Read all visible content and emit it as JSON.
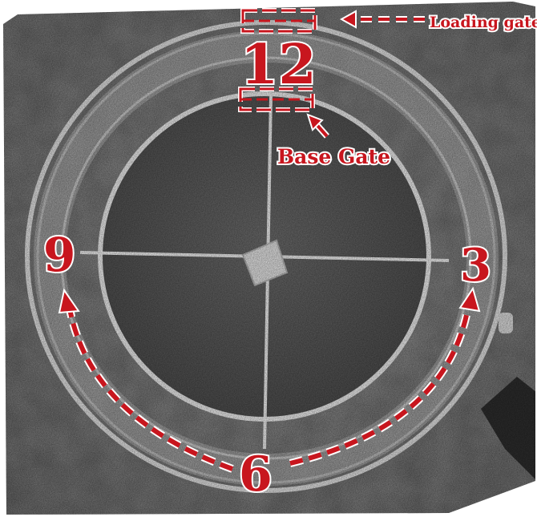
{
  "annotations": {
    "loading_gate": "Loading gate",
    "base_gate": "Base Gate",
    "clock_12": "12",
    "clock_3": "3",
    "clock_6": "6",
    "clock_9": "9"
  },
  "colors": {
    "annotation_red": "#c8161e",
    "annotation_outline": "#ffffff",
    "ground": "#8a8a8a",
    "arena_fence": "#efefef",
    "inner_ground": "#5e5e5e"
  },
  "icons": [
    "dashed-arrow",
    "gate-marker"
  ]
}
